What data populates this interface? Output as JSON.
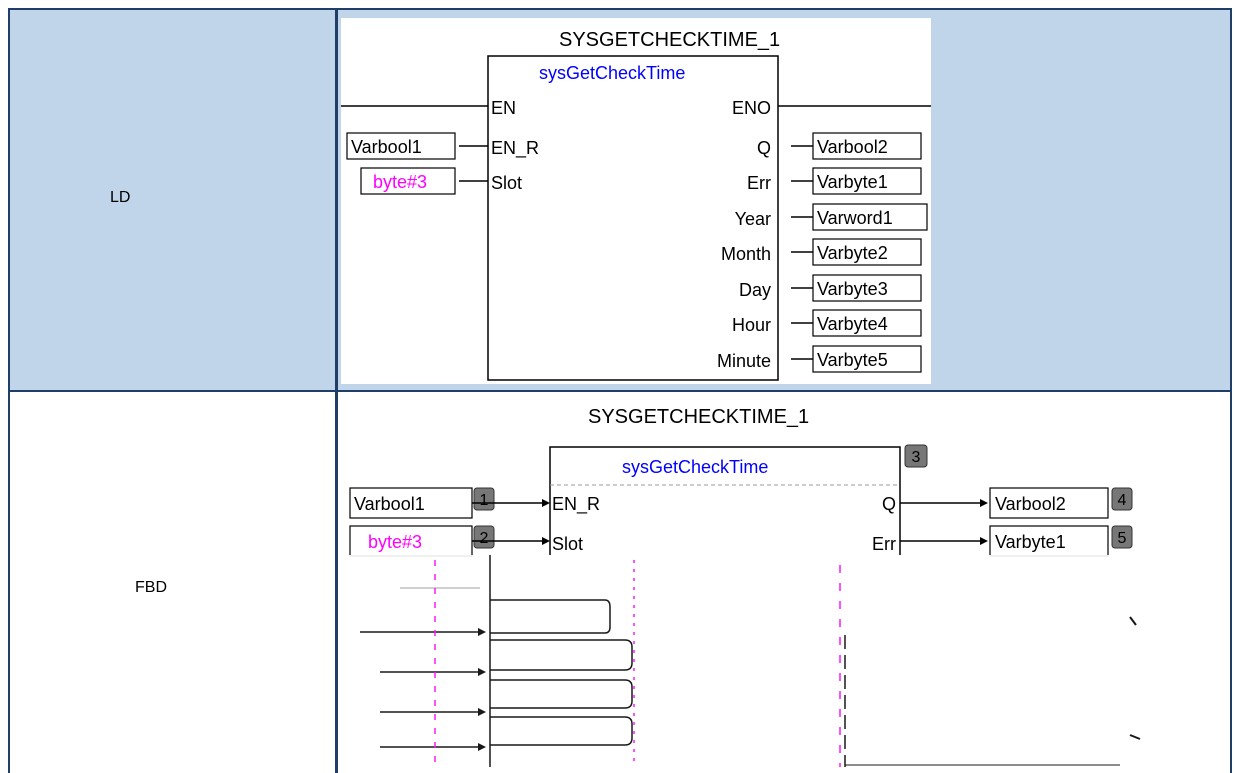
{
  "table": {
    "rows": [
      {
        "label": "LD",
        "diagram": {
          "instance": "SYSGETCHECKTIME_1",
          "function": "sysGetCheckTime",
          "inputs": [
            "EN",
            "EN_R",
            "Slot"
          ],
          "outputs": [
            "ENO",
            "Q",
            "Err",
            "Year",
            "Month",
            "Day",
            "Hour",
            "Minute"
          ],
          "input_vars": [
            "Varbool1",
            "byte#3"
          ],
          "output_vars": [
            "Varbool2",
            "Varbyte1",
            "Varword1",
            "Varbyte2",
            "Varbyte3",
            "Varbyte4",
            "Varbyte5"
          ]
        }
      },
      {
        "label": "FBD",
        "diagram": {
          "instance": "SYSGETCHECKTIME_1",
          "function": "sysGetCheckTime",
          "inputs": [
            "EN_R",
            "Slot"
          ],
          "outputs": [
            "Q",
            "Err"
          ],
          "input_vars": [
            "Varbool1",
            "byte#3"
          ],
          "output_vars": [
            "Varbool2",
            "Varbyte1"
          ],
          "numbers": [
            "1",
            "2",
            "3",
            "4",
            "5"
          ]
        }
      }
    ]
  },
  "colors": {
    "header_bg": "#c0d5ea",
    "border": "#1f3f66",
    "function_name": "#0000ff",
    "constant": "#ff00ff",
    "number_badge": "#777777"
  }
}
